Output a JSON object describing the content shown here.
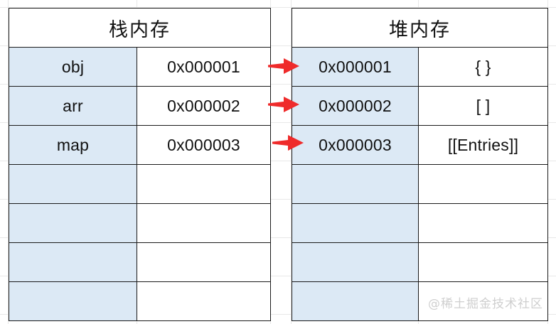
{
  "diagram": {
    "title": "JavaScript stack and heap memory reference diagram",
    "accent_arrow_color": "#ef2b2b",
    "row_fill_color": "#dce9f5",
    "border_color": "#1a1a1a"
  },
  "stack_table": {
    "header": "栈内存",
    "rows": [
      {
        "name": "obj",
        "address": "0x000001"
      },
      {
        "name": "arr",
        "address": "0x000002"
      },
      {
        "name": "map",
        "address": "0x000003"
      },
      {
        "name": "",
        "address": ""
      },
      {
        "name": "",
        "address": ""
      },
      {
        "name": "",
        "address": ""
      },
      {
        "name": "",
        "address": ""
      }
    ]
  },
  "heap_table": {
    "header": "堆内存",
    "rows": [
      {
        "address": "0x000001",
        "value": "{ }"
      },
      {
        "address": "0x000002",
        "value": "[ ]"
      },
      {
        "address": "0x000003",
        "value": "[[Entries]]"
      },
      {
        "address": "",
        "value": ""
      },
      {
        "address": "",
        "value": ""
      },
      {
        "address": "",
        "value": ""
      },
      {
        "address": "",
        "value": ""
      }
    ]
  },
  "arrows": [
    {
      "label": "obj-reference-arrow"
    },
    {
      "label": "arr-reference-arrow"
    },
    {
      "label": "map-reference-arrow"
    }
  ],
  "watermark": {
    "text": "@稀土掘金技术社区"
  }
}
